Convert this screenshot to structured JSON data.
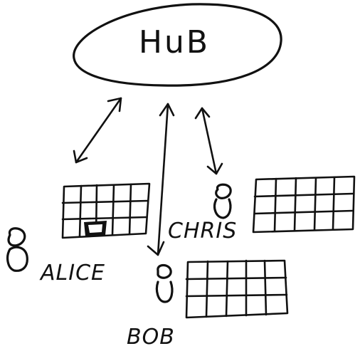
{
  "diagram": {
    "hub": {
      "label": "HuB"
    },
    "users": [
      {
        "id": "alice",
        "label": "ALICE"
      },
      {
        "id": "bob",
        "label": "BOB"
      },
      {
        "id": "chris",
        "label": "CHRIS"
      }
    ],
    "ink_color": "#111111",
    "background_color": "#ffffff"
  }
}
